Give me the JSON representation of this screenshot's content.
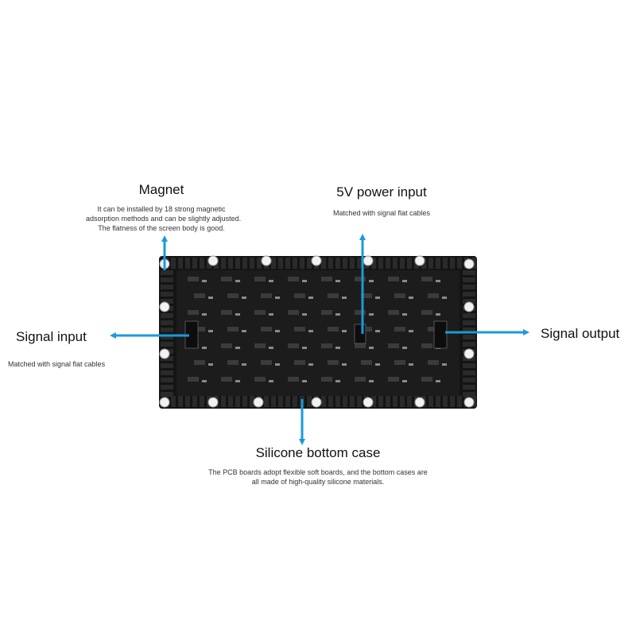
{
  "accent_color": "#1a9bd8",
  "board_color": "#151515",
  "callouts": {
    "magnet": {
      "title": "Magnet",
      "lines": [
        "It can be installed by 18 strong magnetic",
        "adsorption methods and can be slightly adjusted.",
        "The flatness of the screen body is good."
      ]
    },
    "power_input": {
      "title": "5V power input",
      "lines": [
        "Matched with signal flat cables"
      ]
    },
    "signal_input": {
      "title": "Signal input",
      "lines": [
        "Matched with signal flat cables"
      ]
    },
    "signal_output": {
      "title": "Signal output"
    },
    "bottom_case": {
      "title": "Silicone bottom case",
      "lines": [
        "The PCB boards adopt flexible soft boards, and the bottom cases are",
        "all made of high-quality silicone materials."
      ]
    }
  }
}
